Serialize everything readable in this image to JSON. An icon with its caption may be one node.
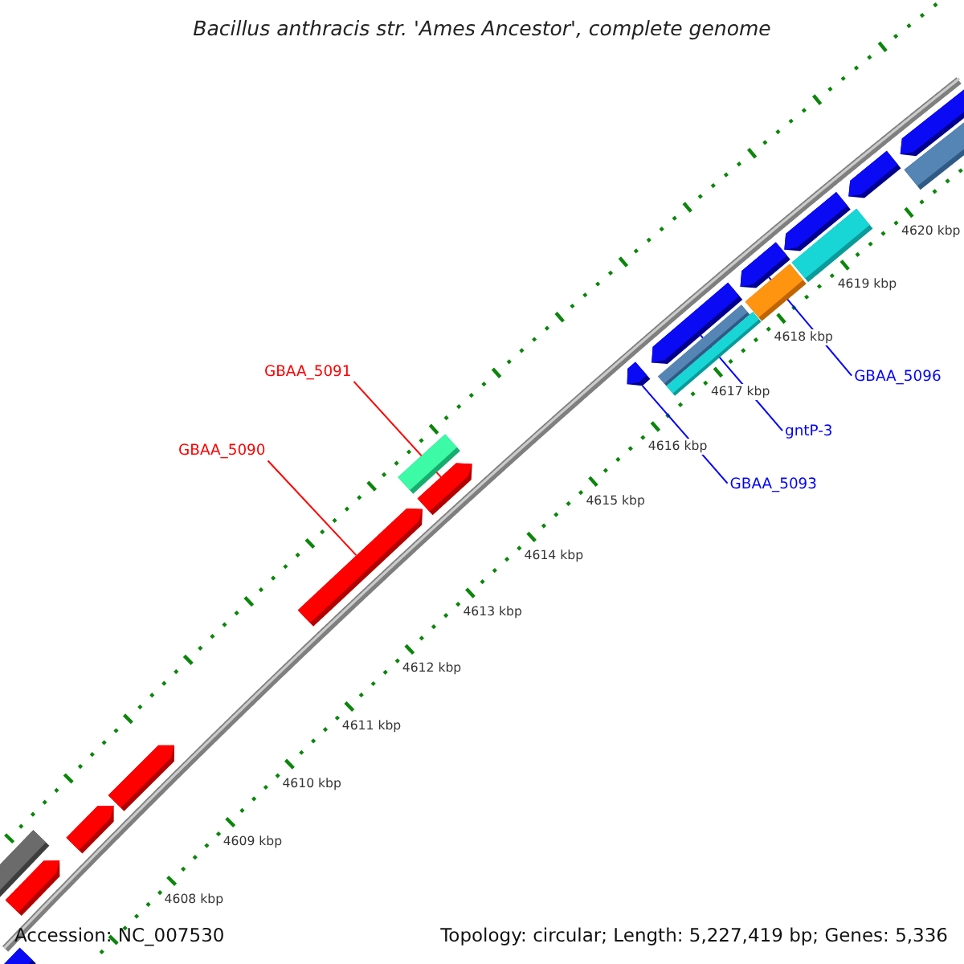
{
  "diagram": {
    "title": "Bacillus anthracis str. 'Ames Ancestor', complete genome",
    "nodes": [
      {
        "text": [
          "GBAA_5091"
        ]
      },
      {
        "text": [
          "GBAA_5096"
        ]
      },
      {
        "text": [
          "gntP-3"
        ]
      },
      {
        "text": [
          "GBAA_5090"
        ]
      },
      {
        "text": [
          "GBAA_5093"
        ]
      },
      {
        "text": [],
        "shape": "arrow"
      },
      {
        "text": [],
        "shape": "bar"
      },
      {
        "text": [],
        "shape": "arrow"
      },
      {
        "text": [],
        "shape": "arrow"
      },
      {
        "text": [],
        "shape": "arrow"
      },
      {
        "text": [],
        "shape": "arrow"
      },
      {
        "text": [],
        "shape": "bar"
      },
      {
        "text": [],
        "shape": "arrow"
      },
      {
        "text": [],
        "shape": "arrow"
      },
      {
        "text": [],
        "shape": "arrow"
      },
      {
        "text": [],
        "shape": "bar"
      },
      {
        "text": [],
        "shape": "bar"
      },
      {
        "text": [],
        "shape": "arrow"
      },
      {
        "text": [],
        "shape": "bar"
      },
      {
        "text": [],
        "shape": "arrow"
      },
      {
        "text": [],
        "shape": "bar"
      },
      {
        "text": [],
        "shape": "arrow"
      },
      {
        "text": [],
        "shape": "arrow"
      },
      {
        "text": [],
        "shape": "bar"
      }
    ],
    "edges": [
      {
        "from": 0,
        "to": 12,
        "arrow": "none",
        "color": "#ff0000"
      },
      {
        "from": 1,
        "to": 17,
        "arrow": "none"
      },
      {
        "from": 2,
        "to": 14,
        "arrow": "none"
      },
      {
        "from": 3,
        "to": 10,
        "arrow": "none",
        "color": "#ff0000"
      },
      {
        "from": 4,
        "to": 13,
        "arrow": "none"
      }
    ],
    "labels": [
      "4620 kbp",
      "4619 kbp",
      "4618 kbp",
      "4617 kbp",
      "4616 kbp",
      "4615 kbp",
      "4614 kbp",
      "4613 kbp",
      "4612 kbp",
      "4611 kbp",
      "4610 kbp",
      "4609 kbp",
      "4608 kbp",
      "Accession: NC_007530",
      "Topology: circular; Length: 5,227,419 bp; Genes: 5,336"
    ]
  }
}
